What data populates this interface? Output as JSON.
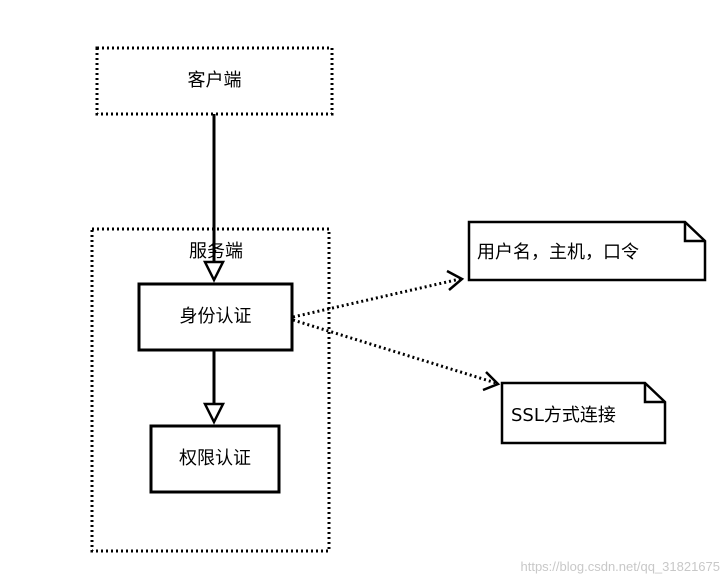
{
  "diagram": {
    "client_label": "客户端",
    "server_group_label": "服务端",
    "auth_identity_label": "身份认证",
    "auth_permission_label": "权限认证",
    "note_credentials": "用户名，主机，口令",
    "note_ssl": "SSL方式连接"
  },
  "watermark": "https://blog.csdn.net/qq_31821675"
}
